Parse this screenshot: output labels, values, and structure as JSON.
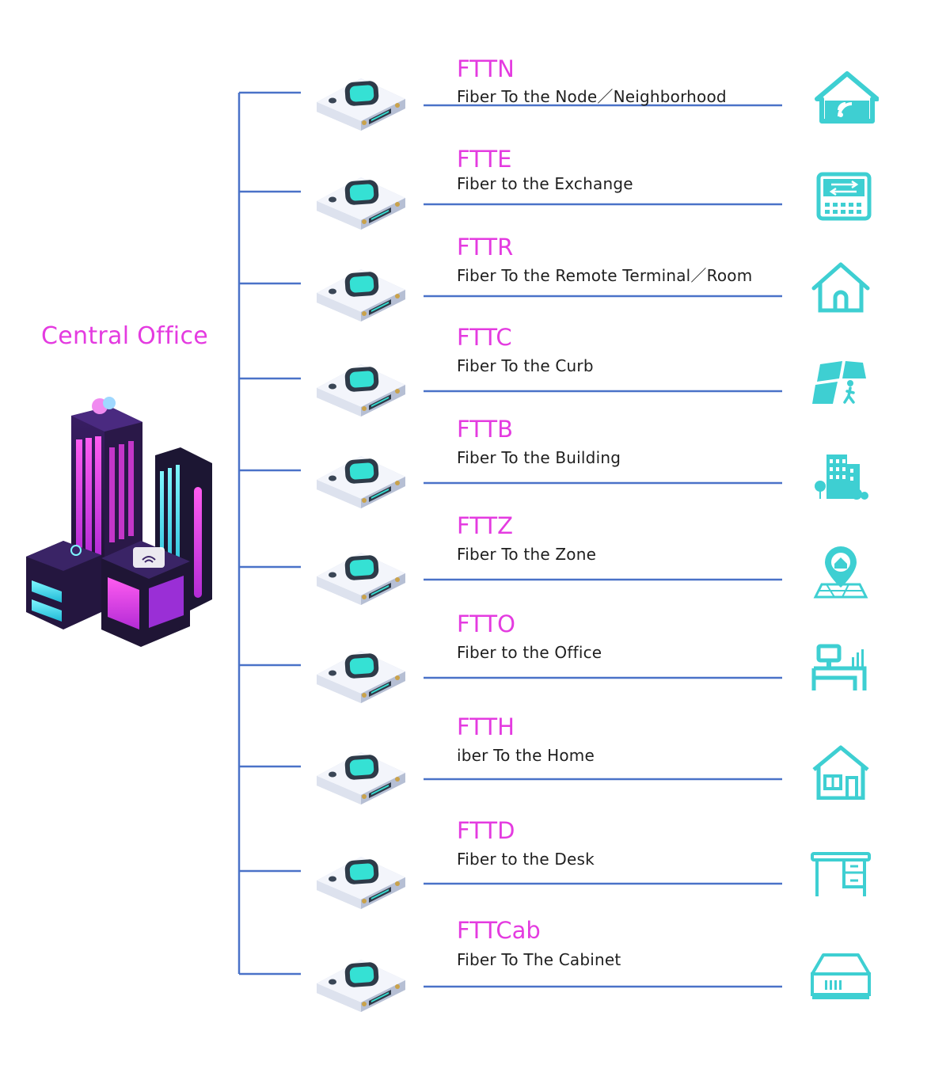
{
  "central_office": {
    "label": "Central Office"
  },
  "colors": {
    "accent_magenta": "#e43be0",
    "line_blue": "#4a72c8",
    "icon_teal": "#3ecfd2",
    "text_dark": "#1f1f1f"
  },
  "connections": [
    {
      "code": "FTTN",
      "description": "Fiber To the Node／Neighborhood",
      "icon": "smart-home-icon"
    },
    {
      "code": "FTTE",
      "description": "Fiber to the Exchange",
      "icon": "exchange-switch-icon"
    },
    {
      "code": "FTTR",
      "description": "Fiber To the Remote Terminal／Room",
      "icon": "house-outline-icon"
    },
    {
      "code": "FTTC",
      "description": "Fiber To the Curb",
      "icon": "curb-pedestrian-icon"
    },
    {
      "code": "FTTB",
      "description": "Fiber To the Building",
      "icon": "building-icon"
    },
    {
      "code": "FTTZ",
      "description": "Fiber To the Zone",
      "icon": "map-pin-zone-icon"
    },
    {
      "code": "FTTO",
      "description": "Fiber to the Office",
      "icon": "office-desk-computer-icon"
    },
    {
      "code": "FTTH",
      "description": "iber To the Home",
      "icon": "home-icon"
    },
    {
      "code": "FTTD",
      "description": "Fiber to the Desk",
      "icon": "desk-icon"
    },
    {
      "code": "FTTCab",
      "description": "Fiber To The Cabinet",
      "icon": "cabinet-icon"
    }
  ]
}
